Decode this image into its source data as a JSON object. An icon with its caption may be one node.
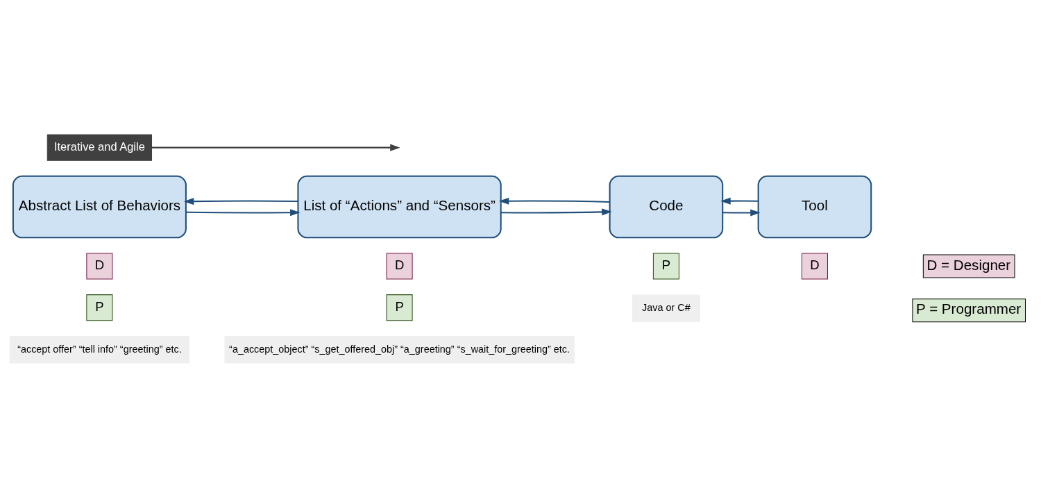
{
  "diagram": {
    "nodes": [
      {
        "text": [
          "Iterative and Agile"
        ]
      },
      {
        "text": [
          "Abstract List of Behaviors"
        ]
      },
      {
        "text": [
          "D"
        ]
      },
      {
        "text": [
          "P"
        ]
      },
      {
        "text": [
          "List of “Actions” and “Sensors”"
        ]
      },
      {
        "text": [
          "D"
        ]
      },
      {
        "text": [
          "P"
        ]
      },
      {
        "text": [
          "Code"
        ]
      },
      {
        "text": [
          "P"
        ]
      },
      {
        "text": [
          "Tool"
        ]
      },
      {
        "text": [
          "D"
        ]
      },
      {
        "text": [
          "“accept offer” “tell info” “greeting” etc."
        ]
      },
      {
        "text": [
          "“a_accept_object” “s_get_offered_obj” “a_greeting” “s_wait_for_greeting” etc."
        ]
      },
      {
        "text": [
          "Java or C#"
        ]
      }
    ],
    "edges": [
      {
        "from": 1,
        "to": 4,
        "arrow": "to"
      },
      {
        "from": 4,
        "to": 7,
        "arrow": "to"
      },
      {
        "from": 7,
        "to": 9,
        "arrow": "to"
      },
      {
        "from": 4,
        "to": 1,
        "arrow": "to"
      },
      {
        "from": 7,
        "to": 4,
        "arrow": "to"
      },
      {
        "from": 9,
        "to": 7,
        "arrow": "to"
      },
      {
        "from": 0,
        "to": null,
        "arrow": "to"
      }
    ],
    "legend": [
      {
        "text": "D = Designer",
        "color": "#ead1dc"
      },
      {
        "text": "P = Programmer",
        "color": "#d9ead3"
      }
    ]
  }
}
